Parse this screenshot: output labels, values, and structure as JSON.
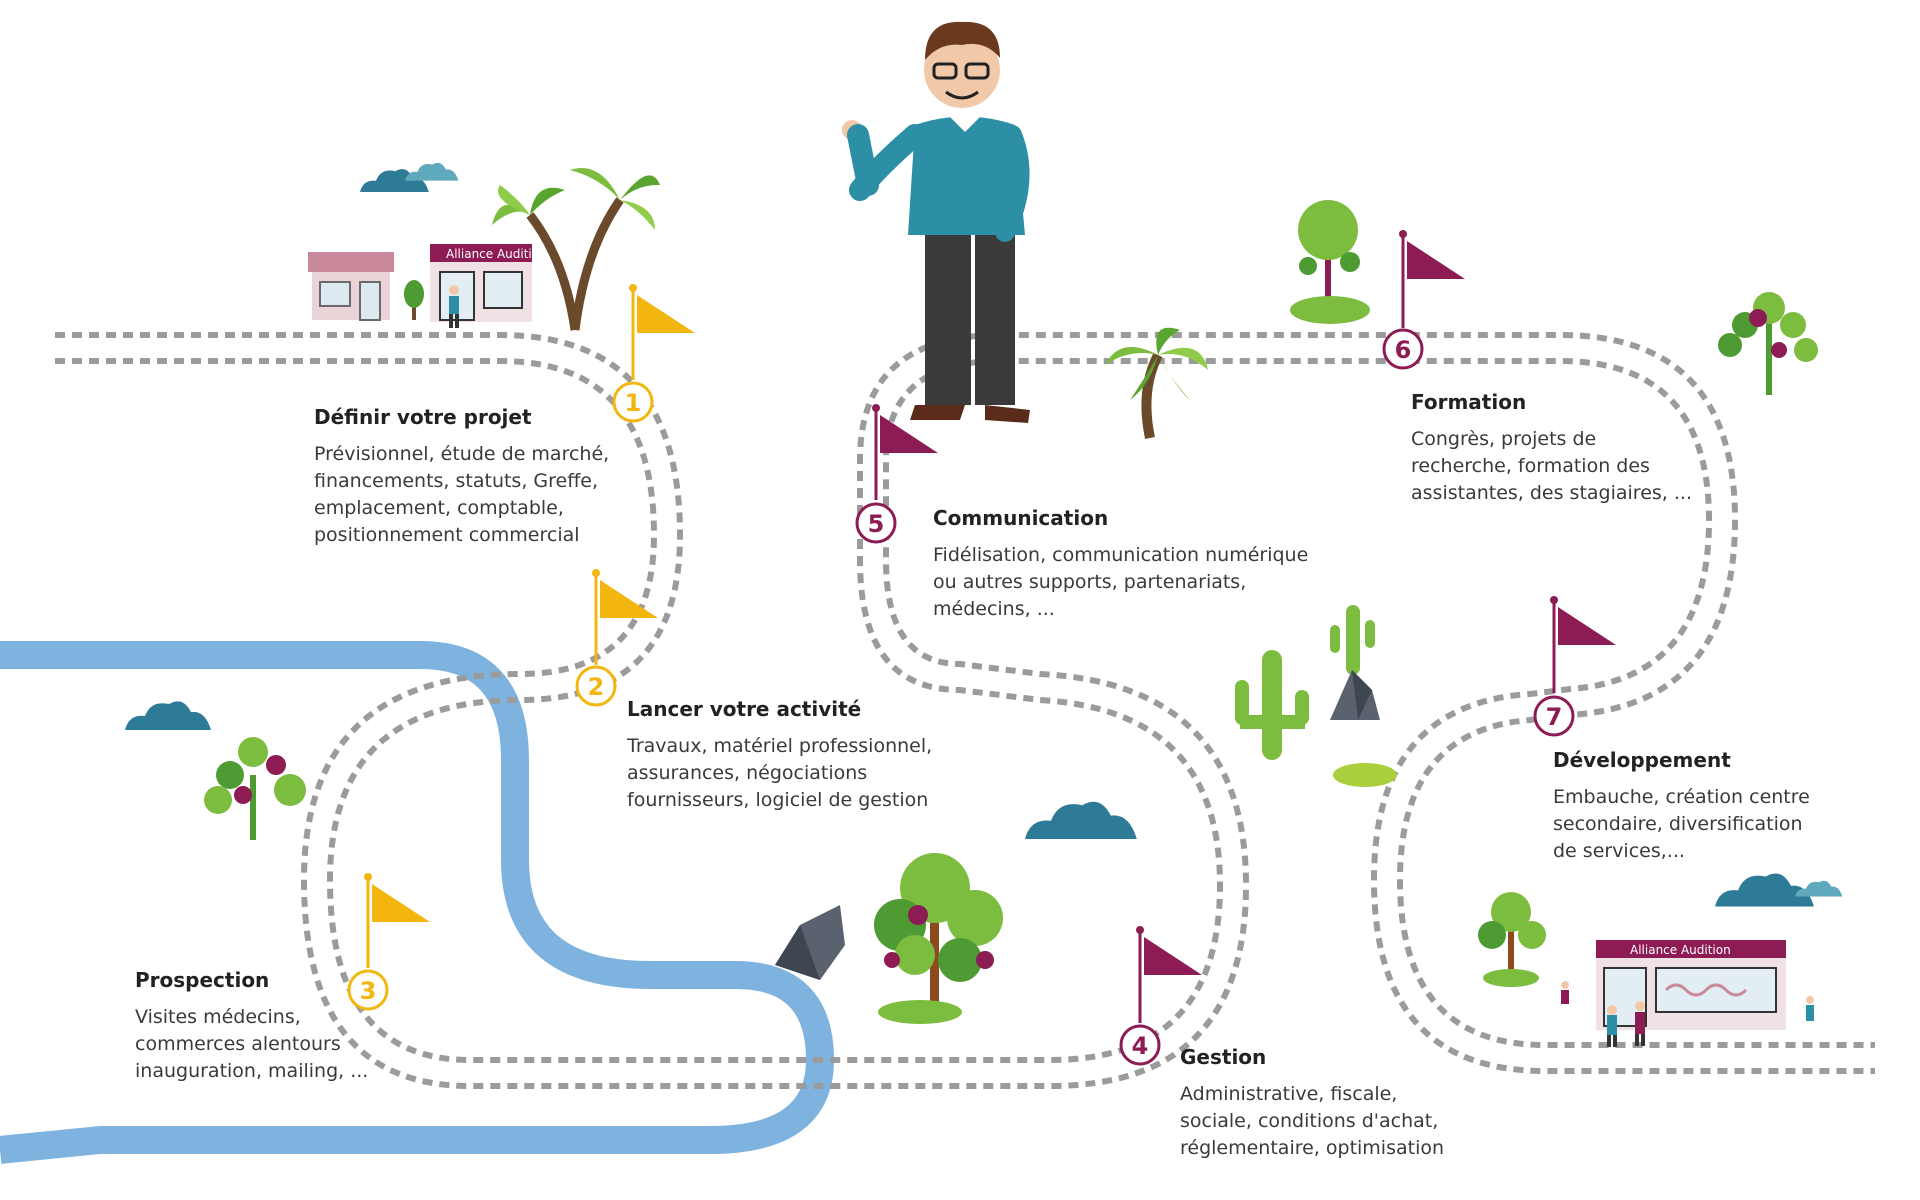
{
  "colors": {
    "yellow_flag": "#f2b60f",
    "purple_flag": "#8d1c54",
    "river": "#7eb3e0",
    "road_dash": "#9b9b9b",
    "tree_green": "#7cbc3f",
    "cloud_blue": "#2e7b97",
    "shirt_teal": "#2d8fa5"
  },
  "shops": {
    "brand_small": "Alliance Audition",
    "brand_large": "Alliance Audition"
  },
  "steps": [
    {
      "number": "1",
      "title": "Définir votre projet",
      "lines": [
        "Prévisionnel, étude de marché,",
        "financements, statuts, Greffe,",
        "emplacement, comptable,",
        "positionnement commercial"
      ],
      "flag_color": "yellow"
    },
    {
      "number": "2",
      "title": "Lancer votre activité",
      "lines": [
        "Travaux, matériel professionnel,",
        "assurances, négociations",
        "fournisseurs, logiciel de gestion"
      ],
      "flag_color": "yellow"
    },
    {
      "number": "3",
      "title": "Prospection",
      "lines": [
        "Visites médecins,",
        "commerces alentours",
        "inauguration, mailing, ..."
      ],
      "flag_color": "yellow"
    },
    {
      "number": "4",
      "title": "Gestion",
      "lines": [
        "Administrative, fiscale,",
        "sociale, conditions d'achat,",
        "réglementaire, optimisation"
      ],
      "flag_color": "purple"
    },
    {
      "number": "5",
      "title": "Communication",
      "lines": [
        "Fidélisation, communication numérique",
        "ou autres supports, partenariats,",
        "médecins, ..."
      ],
      "flag_color": "purple"
    },
    {
      "number": "6",
      "title": "Formation",
      "lines": [
        "Congrès, projets de",
        "recherche, formation des",
        "assistantes, des stagiaires, ..."
      ],
      "flag_color": "purple"
    },
    {
      "number": "7",
      "title": "Développement",
      "lines": [
        "Embauche, création centre",
        "secondaire, diversification",
        "de services,..."
      ],
      "flag_color": "purple"
    }
  ]
}
